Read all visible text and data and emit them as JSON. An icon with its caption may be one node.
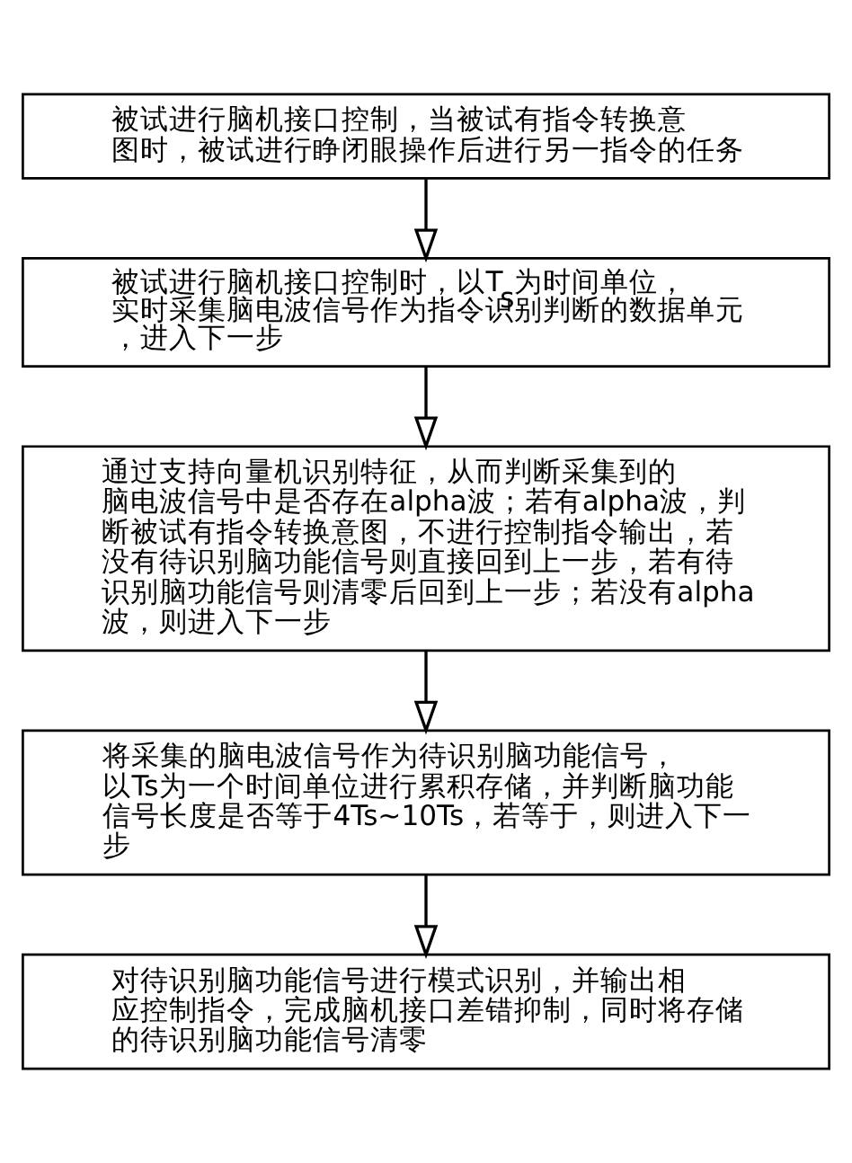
{
  "diagram": {
    "nodes": [
      {
        "text": [
          "被试进行脑机接口控制，当被试有指令转换意图时，被试进行睁闭眼操作后进行另一指令的任务"
        ]
      },
      {
        "text": [
          "被试进行脑机接口控制时，以T$_{s}$为时间单位，实时采集脑电波信号作为指令识别判断的数据单元，进入下一步"
        ]
      },
      {
        "text": [
          "通过支持向量机识别特征，从而判断采集到的脑电波信号中是否存在alpha波；若有alpha波，判断被试有指令转换意图，不进行控制指令输出，若没有待识别脑功能信号则直接回到上一步，若有待识别脑功能信号则清零后回到上一步；若没有alpha波，则进入下一步"
        ]
      },
      {
        "text": [
          "将采集的脑电波信号作为待识别脑功能信号，以Ts为一个时间单位进行累积存储，并判断脑功能信号长度是否等于4Ts~10Ts，若等于，则进入下一步"
        ]
      },
      {
        "text": [
          "对待识别脑功能信号进行模式识别，并输出相应控制指令，完成脑机接口差错抑制，同时将存储的待识别脑功能信号清零"
        ]
      }
    ],
    "edges": [
      {
        "from": 0,
        "to": 1,
        "arrow": "to"
      },
      {
        "from": 1,
        "to": 2,
        "arrow": "to"
      },
      {
        "from": 2,
        "to": 3,
        "arrow": "to"
      },
      {
        "from": 3,
        "to": 4,
        "arrow": "to"
      }
    ]
  }
}
